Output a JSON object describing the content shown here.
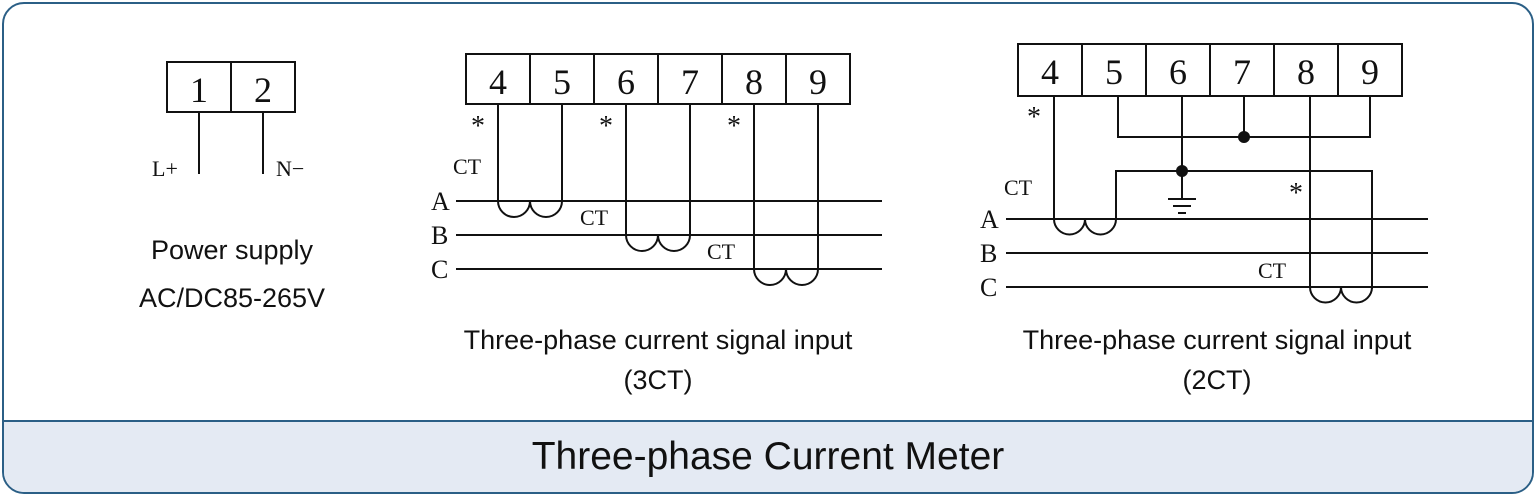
{
  "footer": {
    "title": "Three-phase Current Meter"
  },
  "power": {
    "terminals": [
      "1",
      "2"
    ],
    "left_label": "L+",
    "right_label": "N−",
    "caption_line1": "Power supply",
    "caption_line2": "AC/DC85-265V"
  },
  "ct3": {
    "terminals": [
      "4",
      "5",
      "6",
      "7",
      "8",
      "9"
    ],
    "star": "*",
    "ct_label": "CT",
    "phases": [
      "A",
      "B",
      "C"
    ],
    "caption_line1": "Three-phase current signal input",
    "caption_line2": "(3CT)"
  },
  "ct2": {
    "terminals": [
      "4",
      "5",
      "6",
      "7",
      "8",
      "9"
    ],
    "star": "*",
    "ct_label": "CT",
    "phases": [
      "A",
      "B",
      "C"
    ],
    "caption_line1": "Three-phase current signal input",
    "caption_line2": "(2CT)"
  }
}
